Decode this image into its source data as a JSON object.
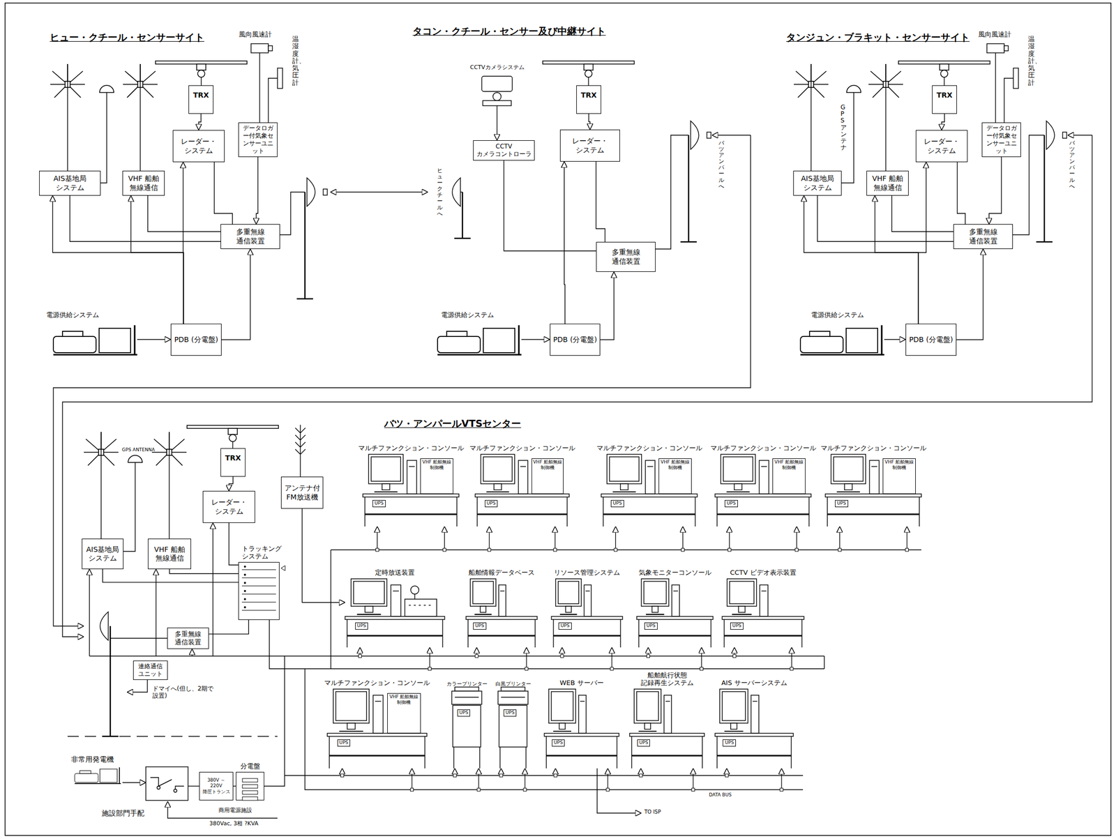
{
  "diagram": {
    "nodes": [
      {
        "text": [
          "AIS基地局 システム"
        ]
      },
      {
        "text": [
          "VHF 船舶 無線通信"
        ]
      },
      {
        "text": [
          "TRX"
        ]
      },
      {
        "text": [
          "レーダー・ システム"
        ]
      },
      {
        "text": [
          "データロガー付気象センサーユニット"
        ]
      },
      {
        "text": [
          "多重無線 通信装置"
        ]
      },
      {
        "text": [
          "PDB (分電盤)"
        ]
      },
      {
        "text": [
          "CCTV カメラコントローラ"
        ]
      },
      {
        "text": [
          "TRX"
        ]
      },
      {
        "text": [
          "レーダー・ システム"
        ]
      },
      {
        "text": [
          "多重無線 通信装置"
        ]
      },
      {
        "text": [
          "PDB (分電盤)"
        ]
      },
      {
        "text": [
          "AIS基地局 システム"
        ]
      },
      {
        "text": [
          "VHF 船舶 無線通信"
        ]
      },
      {
        "text": [
          "TRX"
        ]
      },
      {
        "text": [
          "レーダー・ システム"
        ]
      },
      {
        "text": [
          "データロガー付気象センサーユニット"
        ]
      },
      {
        "text": [
          "多重無線 通信装置"
        ]
      },
      {
        "text": [
          "PDB (分電盤)"
        ]
      },
      {
        "text": [
          "TRX"
        ]
      },
      {
        "text": [
          "レーダー・ システム"
        ]
      },
      {
        "text": [
          "アンテナ付 FM放送機"
        ]
      },
      {
        "text": [
          "AIS基地局 システム"
        ]
      },
      {
        "text": [
          "VHF 船舶 無線通信"
        ]
      },
      {
        "text": [
          "トラッキング システム"
        ]
      },
      {
        "text": [
          "多重無線 通信装置"
        ]
      },
      {
        "text": [
          "連絡通信 ユニット"
        ]
      },
      {
        "text": [
          "マルチファンクション・コンソール",
          "VHF 船舶無線 制御機",
          "UPS"
        ]
      },
      {
        "text": [
          "マルチファンクション・コンソール",
          "VHF 船舶無線 制御機",
          "UPS"
        ]
      },
      {
        "text": [
          "マルチファンクション・コンソール",
          "VHF 船舶無線 制御機",
          "UPS"
        ]
      },
      {
        "text": [
          "マルチファンクション・コンソール",
          "VHF 船舶無線 制御機",
          "UPS"
        ]
      },
      {
        "text": [
          "マルチファンクション・コンソール",
          "VHF 船舶無線 制御機",
          "UPS"
        ]
      },
      {
        "text": [
          "定時放送装置",
          "UPS"
        ]
      },
      {
        "text": [
          "船舶情報データベース",
          "UPS"
        ]
      },
      {
        "text": [
          "リソース管理システム",
          "UPS"
        ]
      },
      {
        "text": [
          "気象モニターコンソール",
          "UPS"
        ]
      },
      {
        "text": [
          "CCTV ビデオ表示装置",
          "UPS"
        ]
      },
      {
        "text": [
          "マルチファンクション・コンソール",
          "VHF 船舶無線 制御機",
          "UPS"
        ]
      },
      {
        "text": [
          "カラープリンター",
          "UPS"
        ]
      },
      {
        "text": [
          "白黒プリンター",
          "UPS"
        ]
      },
      {
        "text": [
          "WEB サーバー",
          "UPS"
        ]
      },
      {
        "text": [
          "船舶航行状態 記録再生システム",
          "UPS"
        ]
      },
      {
        "text": [
          "AIS サーバーシステム",
          "UPS"
        ]
      },
      {
        "text": [
          "380V ～ 220V 降圧トランス"
        ]
      },
      {
        "text": [
          "分電盤"
        ]
      }
    ],
    "edges": [
      {
        "from": 2,
        "to": 3,
        "arrow": "to"
      },
      {
        "from": 0,
        "to": 5,
        "arrow": "none"
      },
      {
        "from": 1,
        "to": 5,
        "arrow": "none"
      },
      {
        "from": 3,
        "to": 5,
        "arrow": "none"
      },
      {
        "from": 4,
        "to": 5,
        "arrow": "to"
      },
      {
        "from": 6,
        "to": 0,
        "arrow": "to"
      },
      {
        "from": 6,
        "to": 1,
        "arrow": "to"
      },
      {
        "from": 6,
        "to": 3,
        "arrow": "to"
      },
      {
        "from": 6,
        "to": 5,
        "arrow": "to"
      },
      {
        "from": 8,
        "to": 9,
        "arrow": "to"
      },
      {
        "from": 7,
        "to": 10,
        "arrow": "none"
      },
      {
        "from": 9,
        "to": 10,
        "arrow": "none"
      },
      {
        "from": 11,
        "to": 9,
        "arrow": "to"
      },
      {
        "from": 11,
        "to": 10,
        "arrow": "to"
      },
      {
        "from": 14,
        "to": 15,
        "arrow": "to"
      },
      {
        "from": 12,
        "to": 17,
        "arrow": "none"
      },
      {
        "from": 13,
        "to": 17,
        "arrow": "none"
      },
      {
        "from": 15,
        "to": 17,
        "arrow": "none"
      },
      {
        "from": 16,
        "to": 17,
        "arrow": "to"
      },
      {
        "from": 18,
        "to": 12,
        "arrow": "to"
      },
      {
        "from": 18,
        "to": 13,
        "arrow": "to"
      },
      {
        "from": 18,
        "to": 15,
        "arrow": "to"
      },
      {
        "from": 18,
        "to": 17,
        "arrow": "to"
      },
      {
        "from": 19,
        "to": 20,
        "arrow": "to"
      },
      {
        "from": 20,
        "to": 24,
        "arrow": "none"
      },
      {
        "from": 22,
        "to": 24,
        "arrow": "none"
      },
      {
        "from": 23,
        "to": 24,
        "arrow": "none"
      },
      {
        "from": 21,
        "to": 32,
        "arrow": "to"
      },
      {
        "from": 25,
        "to": 24,
        "arrow": "none"
      },
      {
        "from": 43,
        "to": 44,
        "arrow": "none"
      }
    ],
    "labels": [
      "ヒュー・クチール・センサーサイト",
      "風向風速計",
      "温湿度計、気圧計",
      "電源供給システム",
      "タコン・クチール・センサー及び中継サイト",
      "CCTVカメラシステム",
      "ヒュークチールへ",
      "バツアンパールへ",
      "電源供給システム",
      "タンジュン・ブラキット・センサーサイト",
      "風向風速計",
      "温湿度計、気圧計",
      "GPS アンテナ",
      "バツアンパールへ",
      "電源供給システム",
      "バツ・アンパールVTSセンター",
      "GPS ANTENNA",
      "ドマイへ(但し、2期で設置)",
      "非常用発電機",
      "施設部門手配",
      "商用電源施設",
      "380Vac, 3相 ?KVA",
      "DATA BUS",
      "TO ISP"
    ]
  }
}
